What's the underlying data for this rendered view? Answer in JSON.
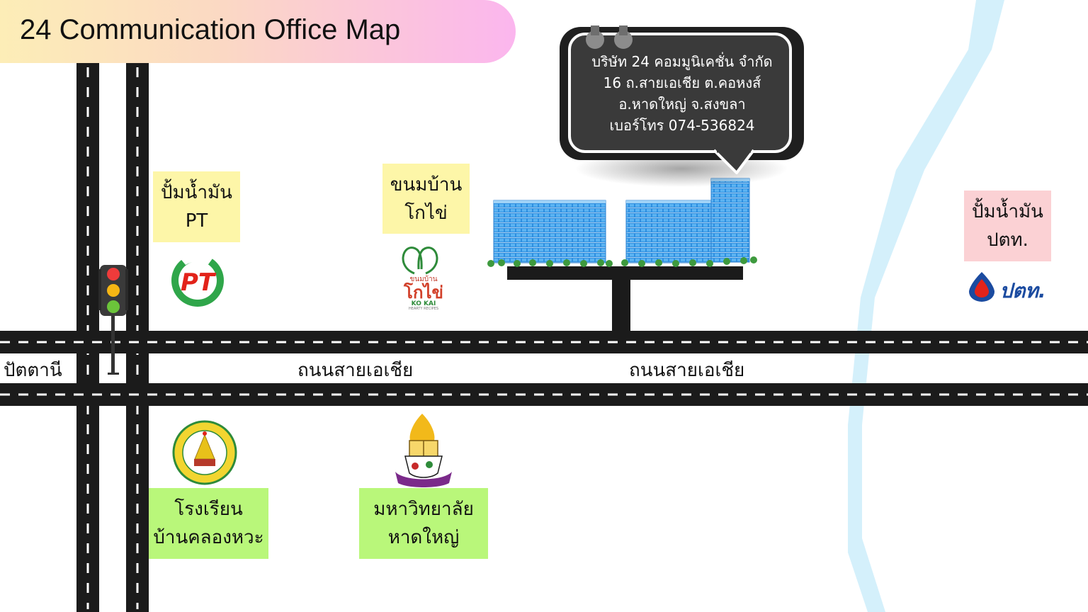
{
  "title": "24 Communication Office Map",
  "office_bubble": {
    "line1": "บริษัท 24 คอมมูนิเคชั่น จำกัด",
    "line2": "16 ถ.สายเอเชีย ต.คอหงส์",
    "line3": "อ.หาดใหญ่ จ.สงขลา",
    "line4": "เบอร์โทร 074-536824"
  },
  "roads": {
    "left_direction": "ปัตตานี",
    "main_road_name_1": "ถนนสายเอเชีย",
    "main_road_name_2": "ถนนสายเอเชีย"
  },
  "landmarks": {
    "pt_station": {
      "line1": "ปั้มน้ำมัน",
      "line2": "PT",
      "logo_text": "PT"
    },
    "kokai_bakery": {
      "line1": "ขนมบ้าน",
      "line2": "โกไข่",
      "logo_small": "ขนมบ้าน",
      "logo_main": "โกไข่",
      "logo_en": "KO KAI",
      "logo_sub": "HEARTY RECIPES"
    },
    "ptt_station": {
      "line1": "ปั้มน้ำมัน",
      "line2": "ปตท.",
      "logo_text": "ปตท."
    },
    "school": {
      "line1": "โรงเรียน",
      "line2": "บ้านคลองหวะ"
    },
    "university": {
      "line1": "มหาวิทยาลัย",
      "line2": "หาดใหญ่"
    }
  },
  "colors": {
    "road": "#1b1b1b",
    "river": "#d4f0fb",
    "building": "#2f8fe0",
    "bubble": "#1f1f1f",
    "yellow_label": "#fdf6a8",
    "pink_label": "#fbd1d4",
    "green_label": "#b9f77a"
  },
  "icons": [
    "traffic-light-icon",
    "office-building-icon",
    "pt-logo-icon",
    "kokai-logo-icon",
    "ptt-logo-icon",
    "school-emblem-icon",
    "university-emblem-icon"
  ]
}
